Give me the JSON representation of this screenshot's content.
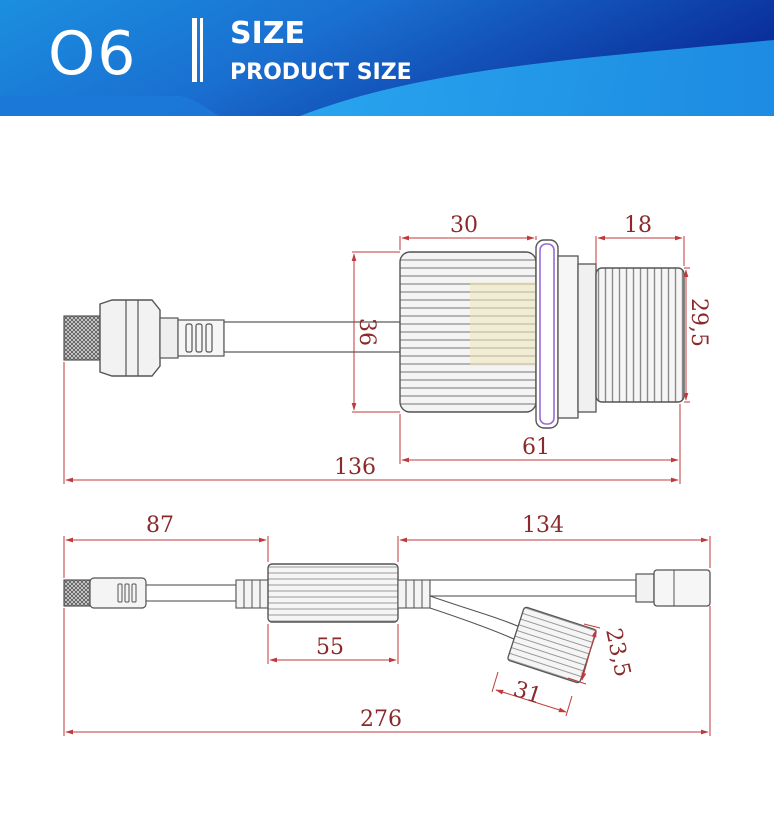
{
  "header": {
    "number": "O6",
    "title": "SIZE",
    "subtitle": "PRODUCT SIZE"
  },
  "colors": {
    "banner_dark": "#0d3aa8",
    "banner_light": "#1a9ee8",
    "dimension": "#c0393b",
    "outline": "#555555"
  },
  "dimensions": {
    "top": {
      "body_length": "30",
      "socket_length": "18",
      "body_diameter": "36",
      "socket_diameter": "29,5",
      "head_length": "61",
      "total_length": "136"
    },
    "bottom": {
      "left_cable": "87",
      "right_cable": "134",
      "driver_length": "55",
      "box_width": "31",
      "box_height": "23,5",
      "total_length": "276"
    }
  }
}
